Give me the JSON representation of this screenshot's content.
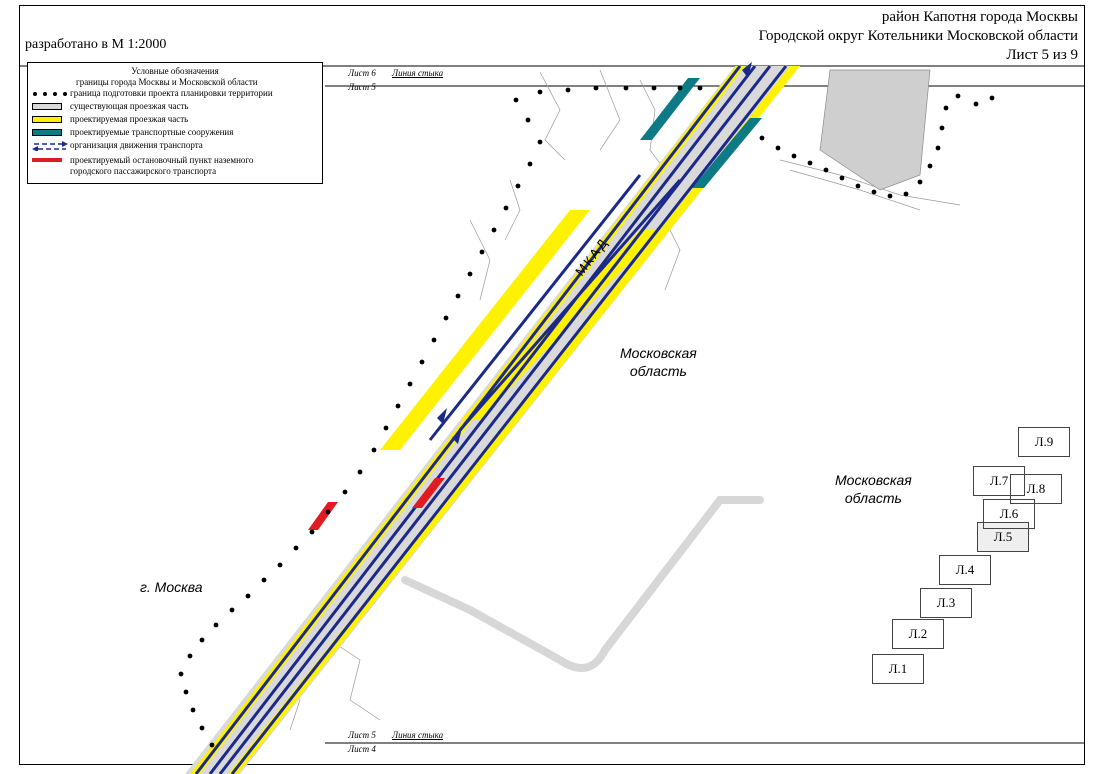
{
  "header": {
    "district": "район Капотня города Москвы",
    "district2": "Городской округ Котельники Московской области",
    "sheet": "Лист 5 из 9",
    "scale": "разработано в М 1:2000"
  },
  "legend": {
    "title": "Условные обозначения",
    "items": [
      {
        "label": "границы города Москвы и Московской области",
        "symbol": "none"
      },
      {
        "label": "граница подготовки проекта планировки территории",
        "symbol": "dots"
      },
      {
        "label": "существующая проезжая часть",
        "symbol": "swatch",
        "color": "#d9d9d9"
      },
      {
        "label": "проектируемая проезжая часть",
        "symbol": "swatch",
        "color": "#fff200"
      },
      {
        "label": "проектируемые транспортные сооружения",
        "symbol": "swatch",
        "color": "#0e7a86"
      },
      {
        "label": "организация движения транспорта",
        "symbol": "arrows",
        "color": "#1b2a8a"
      },
      {
        "label": "проектируемый остановочный пункт наземного",
        "label2": "городского пассажирского транспорта",
        "symbol": "swatch",
        "color": "#e01b24"
      }
    ]
  },
  "labels": {
    "road": "МКАД",
    "region_a": "Московская",
    "region_b": "область",
    "region2_a": "Московская",
    "region2_b": "область",
    "city": "г. Москва"
  },
  "sheet_tags": {
    "top_next": "Лист 6",
    "top_current": "Лист 5",
    "top_join": "Линия стыка",
    "bottom_current": "Лист 5",
    "bottom_prev": "Лист 4",
    "bottom_join": "Линия стыка"
  },
  "index_map": {
    "current": "Л.5",
    "cells": [
      "Л.1",
      "Л.2",
      "Л.3",
      "Л.4",
      "Л.5",
      "Л.6",
      "Л.7",
      "Л.8",
      "Л.9"
    ]
  },
  "colors": {
    "existing_road": "#d9d9d9",
    "projected_road": "#fff200",
    "structures": "#0e7a86",
    "traffic": "#1b2a8a",
    "stop": "#e01b24",
    "boundary": "#000000"
  }
}
